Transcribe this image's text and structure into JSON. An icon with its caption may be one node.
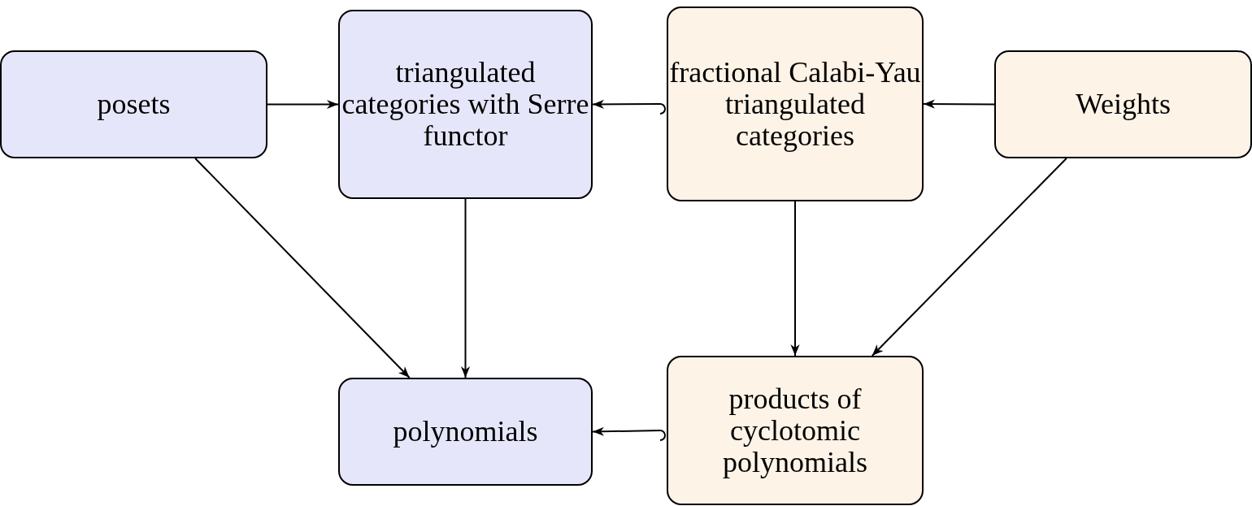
{
  "diagram": {
    "nodes": [
      {
        "text": [
          "posets"
        ]
      },
      {
        "text": [
          "triangulated categories with Serre functor"
        ]
      },
      {
        "text": [
          "fractional Calabi-Yau triangulated categories"
        ]
      },
      {
        "text": [
          "Weights"
        ]
      },
      {
        "text": [
          "polynomials"
        ]
      },
      {
        "text": [
          "products of cyclotomic polynomials"
        ]
      }
    ],
    "edges": [
      {
        "from": 0,
        "to": 1,
        "arrow": "to"
      },
      {
        "from": 2,
        "to": 1,
        "arrow": "to"
      },
      {
        "from": 3,
        "to": 2,
        "arrow": "to"
      },
      {
        "from": 0,
        "to": 4,
        "arrow": "to"
      },
      {
        "from": 1,
        "to": 4,
        "arrow": "to"
      },
      {
        "from": 2,
        "to": 5,
        "arrow": "to"
      },
      {
        "from": 3,
        "to": 5,
        "arrow": "to"
      },
      {
        "from": 5,
        "to": 4,
        "arrow": "to"
      }
    ]
  }
}
